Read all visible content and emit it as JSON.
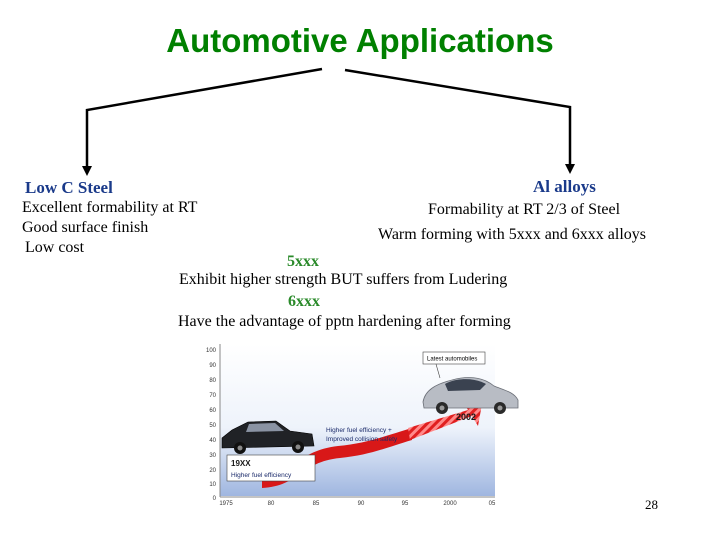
{
  "slide": {
    "title": "Automotive Applications",
    "page_number": "28"
  },
  "left": {
    "heading": "Low C Steel",
    "lines": [
      "Excellent formability at RT",
      "Good surface finish",
      "Low cost"
    ]
  },
  "right": {
    "heading": "Al alloys",
    "lines": [
      "Formability at RT 2/3 of Steel",
      "Warm forming with 5xxx and 6xxx alloys"
    ]
  },
  "alloys": {
    "label_5xxx": "5xxx",
    "desc_5xxx": "Exhibit higher strength BUT suffers from Ludering",
    "label_6xxx": "6xxx",
    "desc_6xxx": "Have the advantage of pptn hardening after forming"
  },
  "figure": {
    "latest_label": "Latest automobiles",
    "year_new": "2002",
    "year_old": "19XX",
    "old_caption": "Higher fuel efficiency",
    "arrow_text_1": "Higher fuel efficiency +",
    "arrow_text_2": "Improved collision safety",
    "y_ticks": [
      "100",
      "90",
      "80",
      "70",
      "60",
      "50",
      "40",
      "30",
      "20",
      "10",
      "0"
    ],
    "x_ticks": [
      "1975",
      "80",
      "85",
      "90",
      "95",
      "2000",
      "05"
    ]
  },
  "colors": {
    "title": "#008000",
    "heading": "#1a3a8a",
    "alloy_label": "#2a8a2a"
  }
}
